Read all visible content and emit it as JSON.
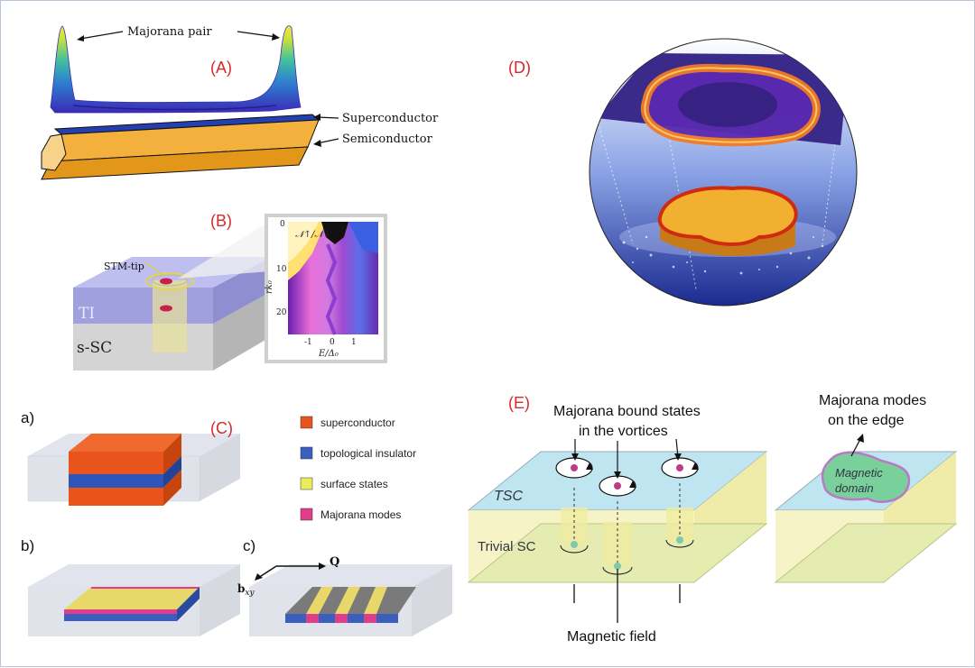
{
  "panels": {
    "A": {
      "label": "(A)",
      "majorana_pair": "Majorana pair",
      "superconductor": "Superconductor",
      "semiconductor": "Semiconductor"
    },
    "B": {
      "label": "(B)",
      "stm_tip": "STM-tip",
      "ti": "TI",
      "ssc": "s-SC",
      "inset_title": "𝒩↑/𝒩↓",
      "inset_ylabel": "rk₀",
      "inset_xlabel": "E/Δ₀",
      "y_ticks": [
        "0",
        "10",
        "20"
      ],
      "x_ticks": [
        "-1",
        "0",
        "1"
      ]
    },
    "C": {
      "label": "(C)",
      "sub_a": "a)",
      "sub_b": "b)",
      "sub_c": "c)",
      "q": "Q",
      "bxy": "b",
      "bxy_sub": "xy",
      "legend": [
        {
          "label": "superconductor",
          "color": "#e8541c"
        },
        {
          "label": "topological insulator",
          "color": "#3a5fbf"
        },
        {
          "label": "surface states",
          "color": "#ecec5a"
        },
        {
          "label": "Majorana modes",
          "color": "#e03e8a"
        }
      ]
    },
    "D": {
      "label": "(D)"
    },
    "E": {
      "label": "(E)",
      "vortex_line1": "Majorana bound states",
      "vortex_line2": "in the vortices",
      "edge_line1": "Majorana modes",
      "edge_line2": "on the edge",
      "tsc": "TSC",
      "trivial_sc": "Trivial SC",
      "magnetic_line1": "Magnetic",
      "magnetic_line2": "domain",
      "magnetic_field": "Magnetic field"
    }
  }
}
